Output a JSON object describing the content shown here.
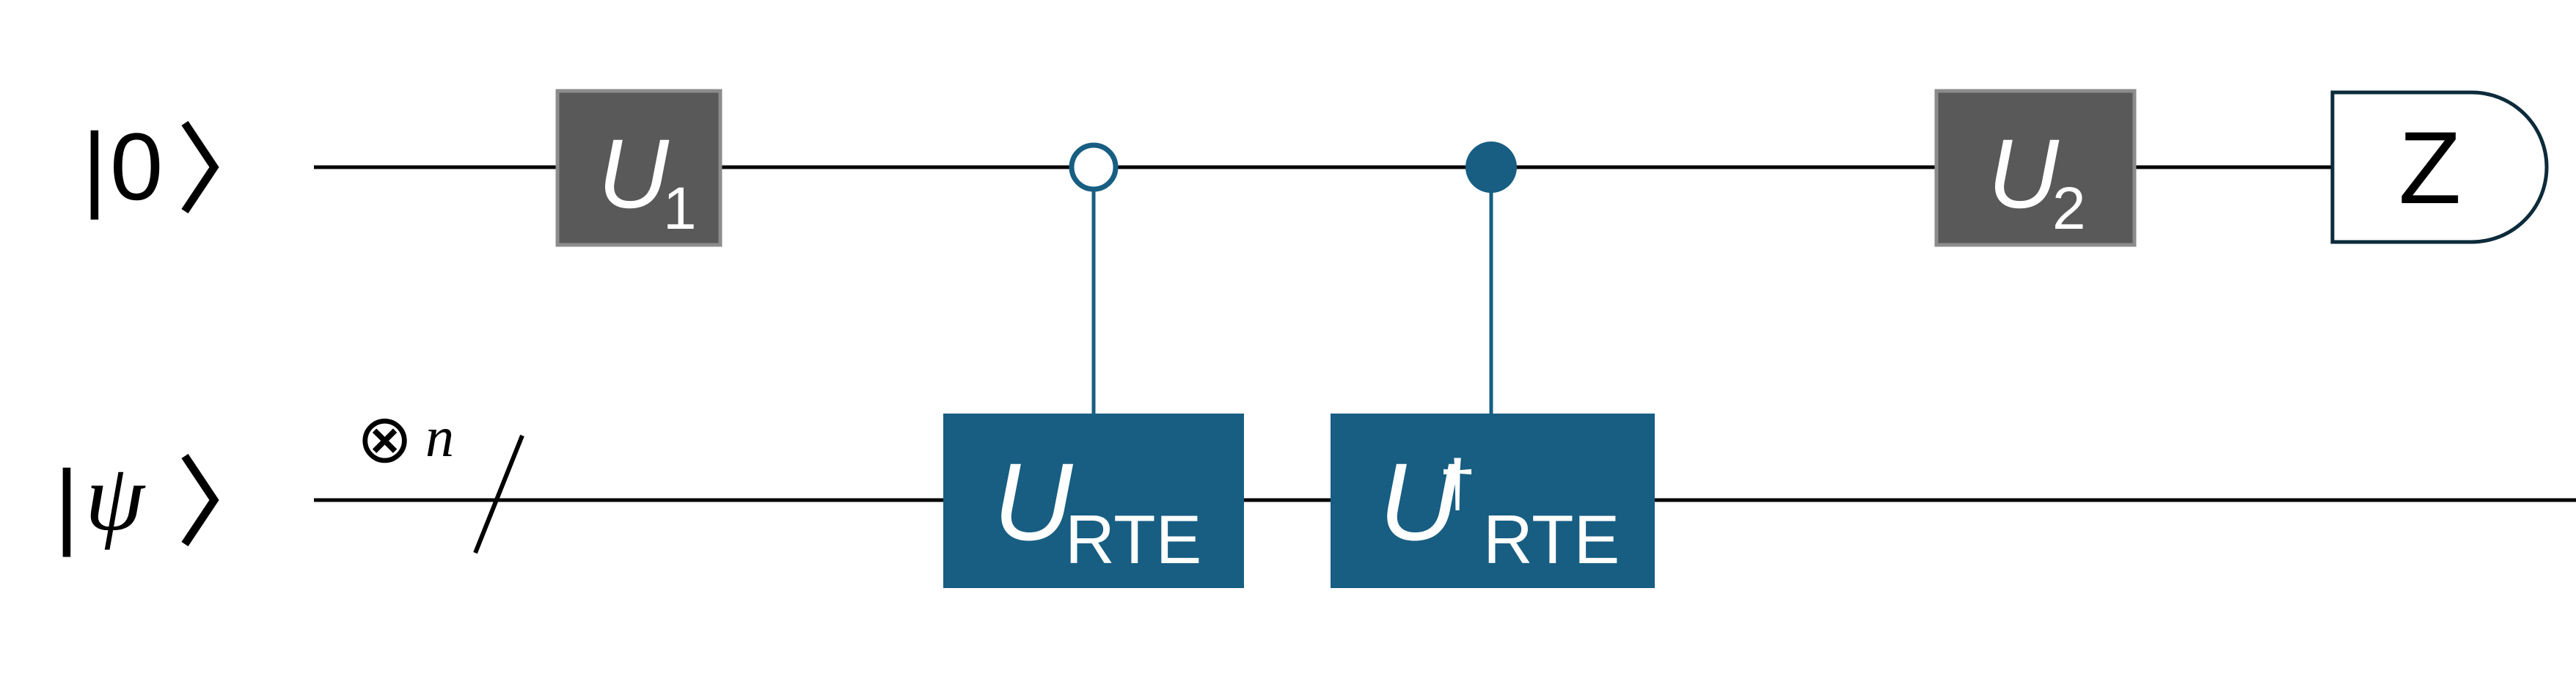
{
  "colors": {
    "background": "#ffffff",
    "wire": "#000000",
    "gray_gate_fill": "#595959",
    "gray_gate_border": "#8c8c8c",
    "blue_gate_fill": "#175e82",
    "control_color": "#175e82",
    "gate_text": "#ffffff",
    "measure_border": "#0d2b3a"
  },
  "qubits": [
    {
      "ket_bar": "|",
      "ket_symbol": "0"
    },
    {
      "ket_bar": "|",
      "ket_symbol": "ψ"
    }
  ],
  "register": {
    "tensor_symbol": "⊗",
    "tensor_power": "n"
  },
  "gates": {
    "u1": {
      "label": "U",
      "subscript": "1"
    },
    "u_rte": {
      "label": "U",
      "subscript": "RTE"
    },
    "u_rte_dagger": {
      "label": "U",
      "superscript": "†",
      "subscript": "RTE"
    },
    "u2": {
      "label": "U",
      "subscript": "2"
    }
  },
  "controls": [
    {
      "type": "open",
      "target": "u_rte"
    },
    {
      "type": "closed",
      "target": "u_rte_dagger"
    }
  ],
  "measurement": {
    "label": "Z"
  }
}
